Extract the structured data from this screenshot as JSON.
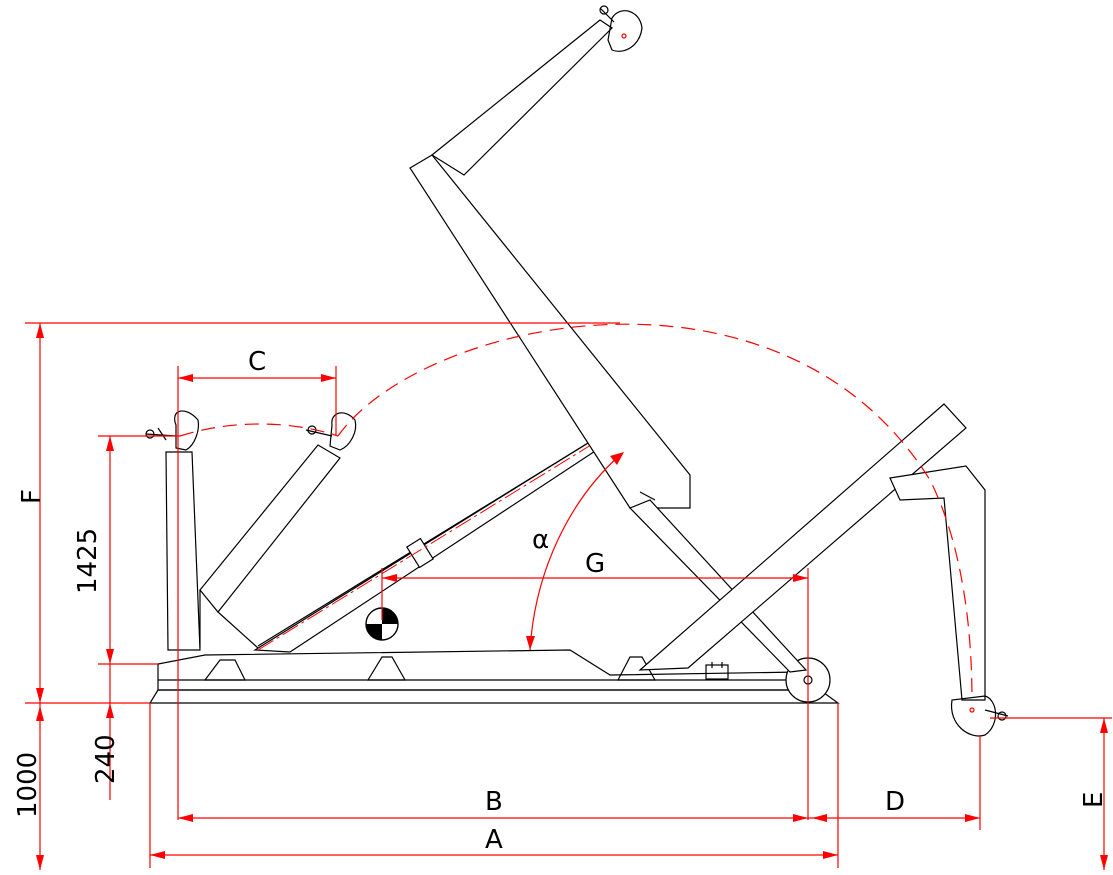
{
  "labels": {
    "A": "A",
    "B": "B",
    "C": "C",
    "D": "D",
    "E": "E",
    "F": "F",
    "G": "G",
    "alpha": "α",
    "dim_1425": "1425",
    "dim_240": "240",
    "dim_1000": "1000"
  },
  "colors": {
    "outline": "#000000",
    "dimension": "#ff0000"
  }
}
